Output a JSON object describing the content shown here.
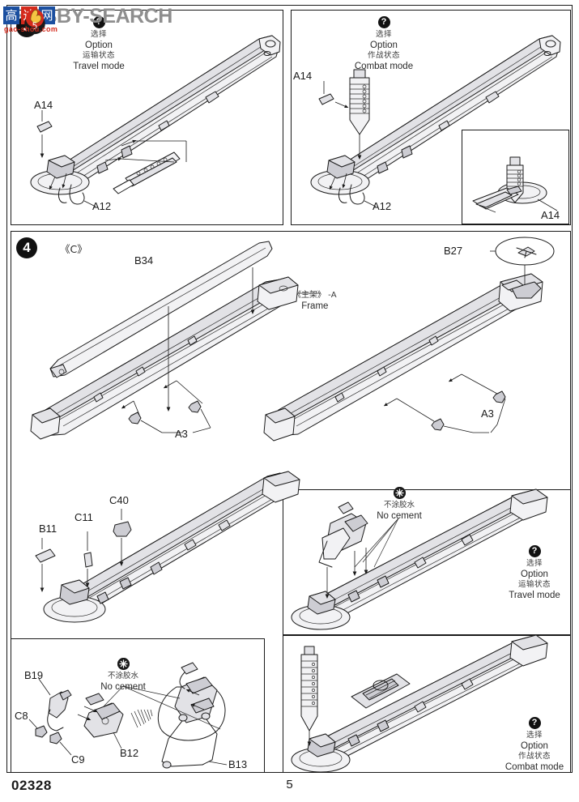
{
  "document": {
    "kit_number": "02328",
    "page_number": "5"
  },
  "watermark": {
    "brand_en": "HOBBY-SEARCH",
    "brand_cn": [
      "高",
      "达",
      "网"
    ],
    "url": "gao-shou.com"
  },
  "notes": {
    "option": {
      "icon": "question-mark-icon",
      "cn": "选择",
      "en": "Option"
    },
    "travel_mode": {
      "cn": "运输状态",
      "en": "Travel mode"
    },
    "combat_mode": {
      "cn": "作战状态",
      "en": "Combat mode"
    },
    "no_cement": {
      "icon": "no-cement-icon",
      "cn": "不涂胶水",
      "en": "No cement"
    }
  },
  "steps": [
    {
      "id": "step-3",
      "badge": "3",
      "panels": [
        {
          "id": "panel-step3-travel",
          "note": "option-travel",
          "labels": [
            "A14",
            "A12"
          ]
        },
        {
          "id": "panel-step3-combat",
          "note": "option-combat",
          "labels": [
            "A14",
            "A12"
          ],
          "inset": {
            "id": "inset-combat-detail",
            "label": "A14"
          }
        }
      ]
    },
    {
      "id": "step-4",
      "badge": "4",
      "sprue_tag": "《C》",
      "panels": [
        {
          "id": "panel-step4-main",
          "labels": [
            "B34",
            "A3",
            "A3",
            "B27"
          ],
          "frame_label": {
            "cn": "《主架》 -A",
            "en": "Frame"
          }
        },
        {
          "id": "panel-step4-lower-left",
          "labels": [
            "B11",
            "C11",
            "C40"
          ]
        },
        {
          "id": "panel-step4-lower-right-travel",
          "note": "option-travel",
          "no_cement": true
        },
        {
          "id": "panel-step4-lower-right-combat",
          "note": "option-combat"
        },
        {
          "id": "panel-step4-bottom-left",
          "no_cement": true,
          "labels": [
            "B19",
            "C8",
            "C9",
            "B12",
            "B13"
          ]
        }
      ]
    }
  ],
  "labels": {
    "a14": "A14",
    "a12": "A12",
    "a14_inset": "A14",
    "b34": "B34",
    "a3_left": "A3",
    "a3_right": "A3",
    "b27": "B27",
    "b11": "B11",
    "c11": "C11",
    "c40": "C40",
    "b19": "B19",
    "c8": "C8",
    "c9": "C9",
    "b12": "B12",
    "b13": "B13",
    "sprue_c": "《C》",
    "frame_cn": "《主架》 -A",
    "frame_en": "Frame",
    "step3": "3",
    "step4": "4"
  },
  "colors": {
    "ink": "#1a1a1a",
    "part_light": "#f2f2f4",
    "part_mid": "#e2e2e6",
    "part_dark": "#cdcdd3",
    "watermark_gray": "#8e8e8e",
    "watermark_red": "#d42a1c",
    "watermark_blue": "#1b4fa0"
  }
}
